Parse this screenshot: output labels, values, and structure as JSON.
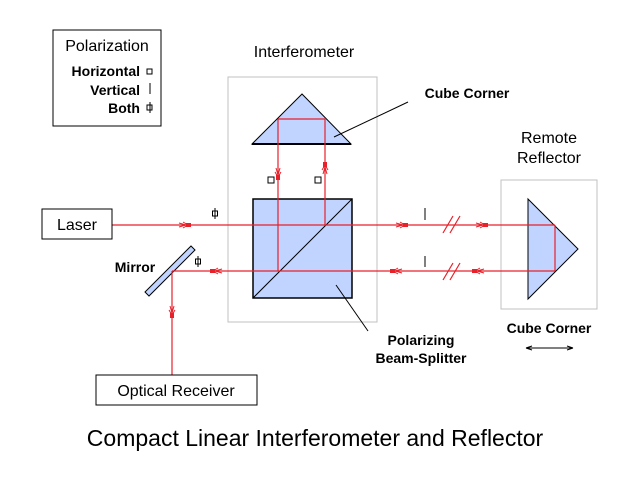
{
  "title": "Compact Linear Interferometer and Reflector",
  "legend": {
    "title": "Polarization",
    "items": [
      {
        "label": "Horizontal",
        "symbol": "square"
      },
      {
        "label": "Vertical",
        "symbol": "bar"
      },
      {
        "label": "Both",
        "symbol": "circle-bar"
      }
    ]
  },
  "labels": {
    "interferometer": "Interferometer",
    "cube_corner_top": "Cube Corner",
    "remote_reflector_line1": "Remote",
    "remote_reflector_line2": "Reflector",
    "laser": "Laser",
    "mirror": "Mirror",
    "optical_receiver": "Optical Receiver",
    "polarizing_line1": "Polarizing",
    "polarizing_line2": "Beam-Splitter",
    "cube_corner_remote": "Cube Corner"
  },
  "colors": {
    "beam": "#e8202a",
    "optic_fill": "#c0d4ff",
    "box_outline": "#c0c0c0"
  }
}
